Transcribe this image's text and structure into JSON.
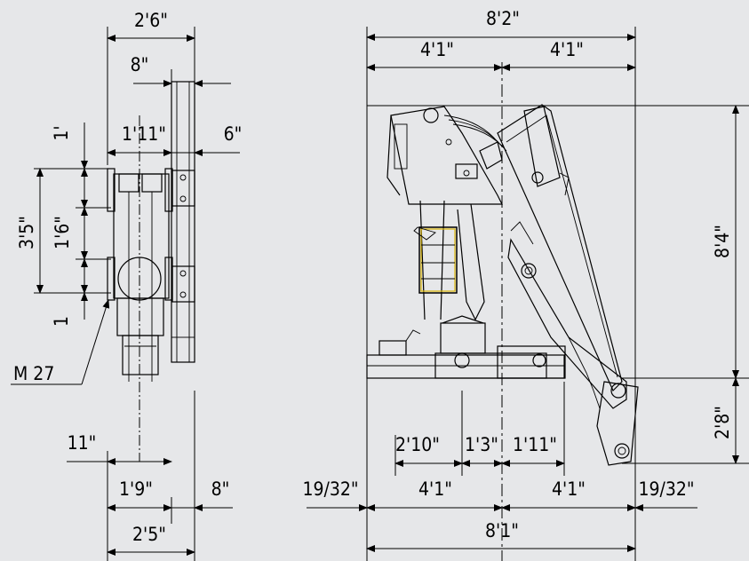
{
  "side_view": {
    "overall_width": "2'6\"",
    "column_width": "8\"",
    "base_width": "1'11\"",
    "offset": "6\"",
    "top_gap": "1'",
    "upper_height": "3'5\"",
    "mid_height": "1'6\"",
    "bottom_gap": "1",
    "bolt_size": "M 27",
    "foot_offset": "11\"",
    "foot_spacing": "1'9\"",
    "foot_width": "8\"",
    "foot_total": "2'5\""
  },
  "front_view": {
    "top_total": "8'2\"",
    "top_left": "4'1\"",
    "top_right": "4'1\"",
    "height_upper": "8'4\"",
    "height_lower": "2'8\"",
    "seg_a": "2'10\"",
    "seg_b": "1'3\"",
    "seg_c": "1'11\"",
    "bottom_left_margin": "19/32\"",
    "bottom_left": "4'1\"",
    "bottom_right": "4'1\"",
    "bottom_right_margin": "19/32\"",
    "bottom_total": "8'1\""
  },
  "colors": {
    "background": "#e6e7e9",
    "lines": "#000000",
    "highlight": "#d9b400"
  }
}
